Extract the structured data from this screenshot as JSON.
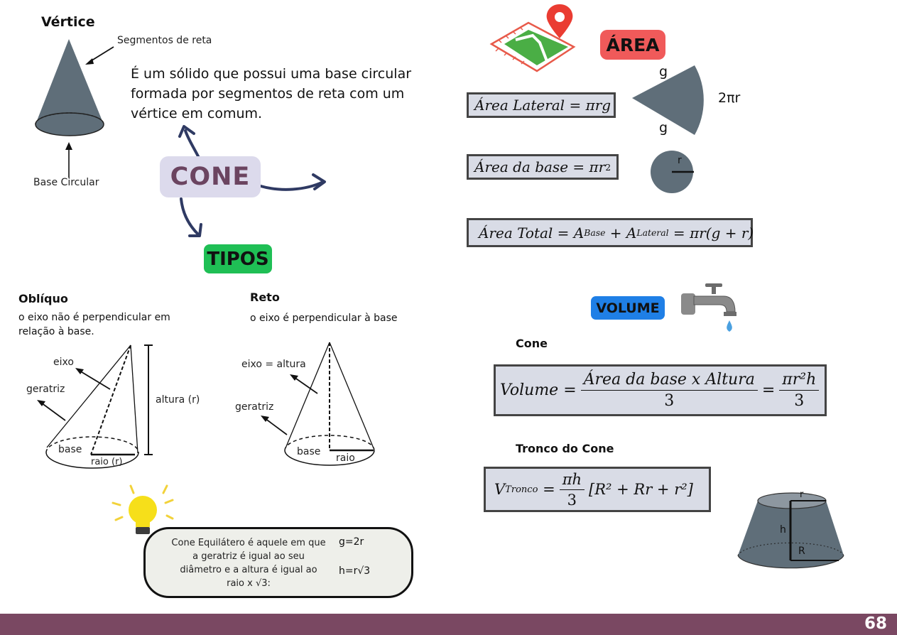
{
  "left": {
    "vertex_label": "Vértice",
    "segments_label": "Segmentos de reta",
    "base_label": "Base Circular",
    "definition": "É um sólido que possui uma base circular formada por segmentos de reta com um vértice em comum.",
    "center_label": "CONE",
    "types_label": "TIPOS",
    "oblique": {
      "title": "Oblíquo",
      "desc": "o eixo não é perpendicular em relação à base.",
      "eixo": "eixo",
      "geratriz": "geratriz",
      "altura": "altura (r)",
      "base": "base",
      "raio": "raio (r)"
    },
    "right_cone": {
      "title": "Reto",
      "desc": "o eixo é perpendicular à base",
      "eixo": "eixo = altura",
      "geratriz": "geratriz",
      "base": "base",
      "raio": "raio"
    },
    "tip": {
      "text": "Cone Equilátero é aquele em que a geratriz é igual ao seu diâmetro e a altura é igual ao raio x √3:",
      "g": "g=2r",
      "h": "h=r√3"
    }
  },
  "right": {
    "area_title": "ÁREA",
    "lateral_label": "Área Lateral",
    "lateral_rhs": "πrg",
    "sector_g_top": "g",
    "sector_g_bottom": "g",
    "sector_arc": "2πr",
    "base_label": "Área da base",
    "base_rhs": "πr",
    "base_exp": "2",
    "circle_r": "r",
    "total_label": "Área Total",
    "total_a": "A",
    "total_base_sub": "Base",
    "total_lat_sub": "Lateral",
    "total_rhs": "πr(g + r)",
    "volume_title": "VOLUME",
    "cone_heading": "Cone",
    "volume_lhs": "Volume",
    "volume_num": "Área da base x Altura",
    "volume_den": "3",
    "volume_num2": "πr²h",
    "volume_den2": "3",
    "tronco_heading": "Tronco do Cone",
    "tronco_v": "V",
    "tronco_sub": "Tronco",
    "tronco_num": "πh",
    "tronco_den": "3",
    "tronco_bracket": "[R² + Rr + r²]",
    "frustum_r": "r",
    "frustum_h": "h",
    "frustum_R": "R"
  },
  "page_number": "68",
  "colors": {
    "cone_fill": "#5f6e79",
    "pill_lavender": "#dcdaec",
    "cone_text": "#6b4460",
    "green": "#1fbf55",
    "red": "#f05a5a",
    "blue": "#1f7fe6",
    "formula_bg": "#d9dce6",
    "footer": "#7a4862"
  }
}
